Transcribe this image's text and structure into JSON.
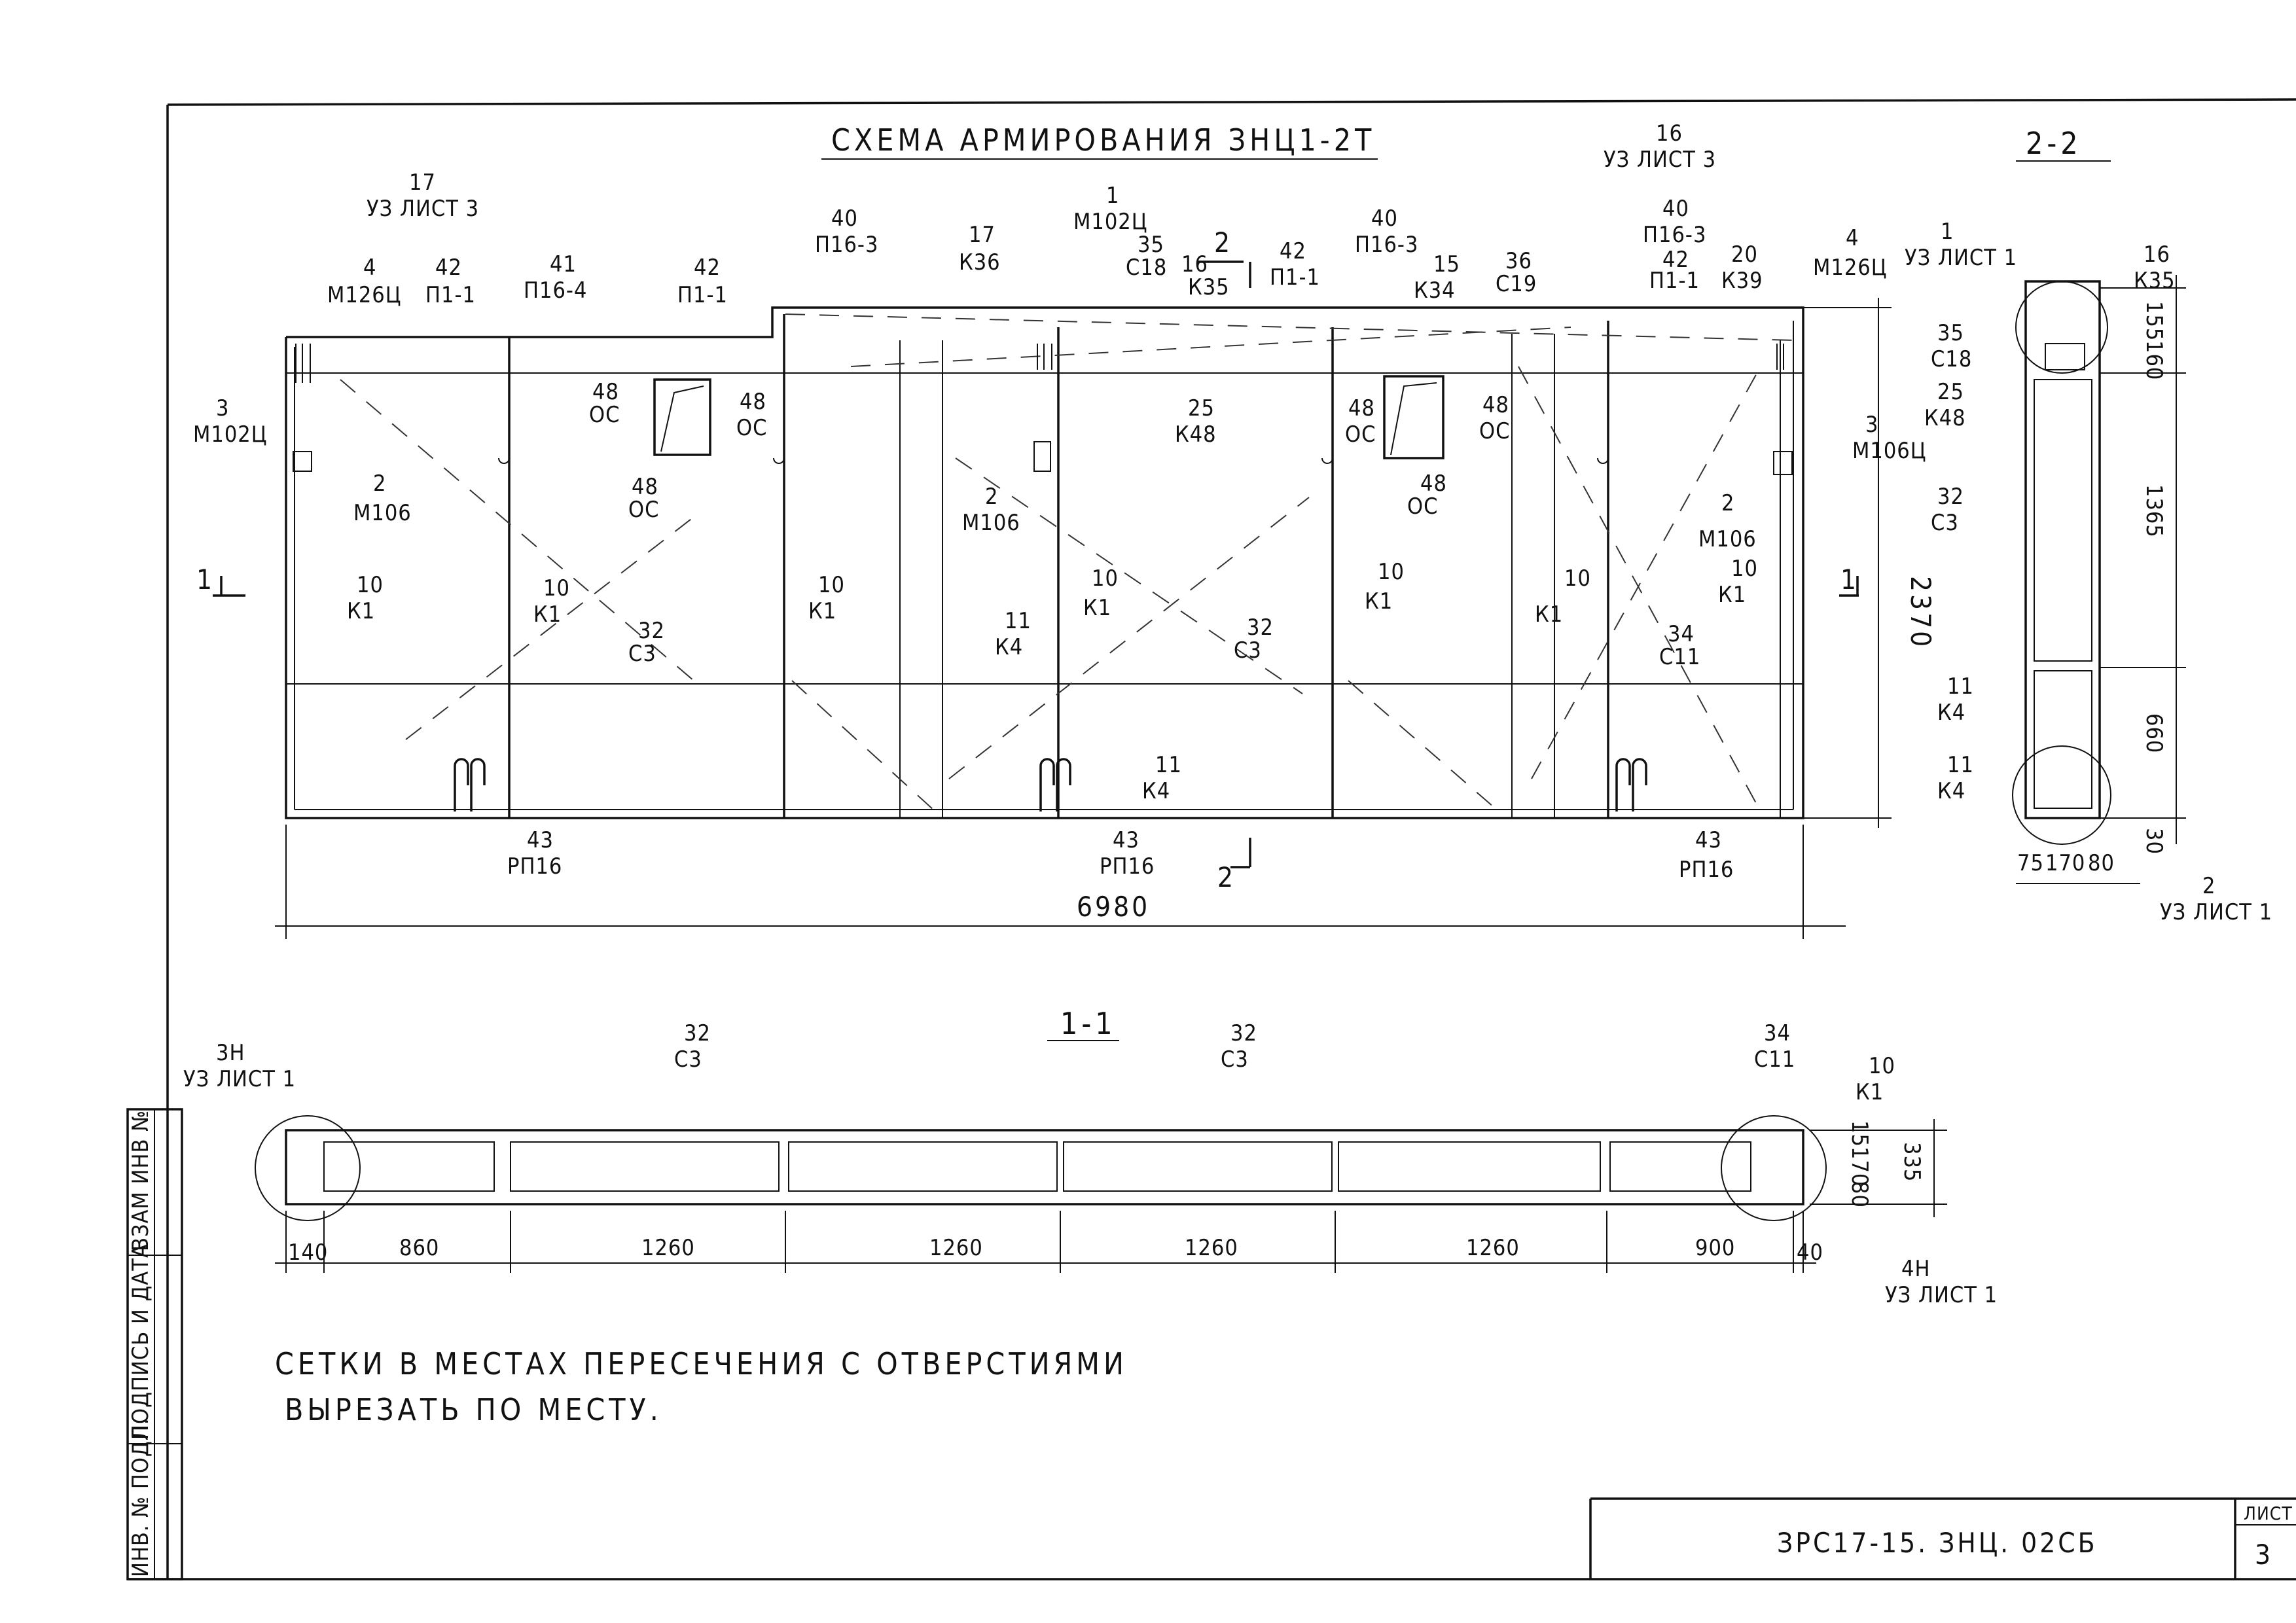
{
  "title": "СХЕМА АРМИРОВАНИЯ ЗНЦ1-2Т",
  "section_2_2": "2-2",
  "section_1_1": "1-1",
  "note_line1": "СЕТКИ В МЕСТАХ ПЕРЕСЕЧЕНИЯ С ОТВЕРСТИЯМИ",
  "note_line2": "ВЫРЕЗАТЬ ПО МЕСТУ.",
  "doc_code": "ЗРС17-15. ЗНЦ. 02СБ",
  "sheet_label": "ЛИСТ",
  "sheet_number": "3",
  "side_stamp": [
    "ИНВ. № ПОДЛ.",
    "ПОДПИСЬ И ДАТА",
    "ВЗАМ ИНВ №"
  ],
  "front_labels": [
    {
      "num": "17",
      "code": "УЗ ЛИСТ 3"
    },
    {
      "num": "4",
      "code": "М126Ц"
    },
    {
      "num": "42",
      "code": "П1-1"
    },
    {
      "num": "41",
      "code": "П16-4"
    },
    {
      "num": "42",
      "code": "П1-1"
    },
    {
      "num": "40",
      "code": "П16-3"
    },
    {
      "num": "17",
      "code": "К36"
    },
    {
      "num": "1",
      "code": "М102Ц"
    },
    {
      "num": "35",
      "code": "С18"
    },
    {
      "num": "16",
      "code": "К35"
    },
    {
      "num": "42",
      "code": "П1-1"
    },
    {
      "num": "40",
      "code": "П16-3"
    },
    {
      "num": "15",
      "code": "К34"
    },
    {
      "num": "36",
      "code": "С19"
    },
    {
      "num": "16",
      "code": "УЗ ЛИСТ 3"
    },
    {
      "num": "40",
      "code": "П16-3"
    },
    {
      "num": "42",
      "code": "П1-1"
    },
    {
      "num": "20",
      "code": "К39"
    },
    {
      "num": "4",
      "code": "М126Ц"
    },
    {
      "num": "3",
      "code": "М102Ц"
    },
    {
      "num": "2",
      "code": "М106"
    },
    {
      "num": "48",
      "code": "ОС"
    },
    {
      "num": "48",
      "code": "ОС"
    },
    {
      "num": "48",
      "code": "ОС"
    },
    {
      "num": "25",
      "code": "К48"
    },
    {
      "num": "2",
      "code": "М106"
    },
    {
      "num": "48",
      "code": "ОС"
    },
    {
      "num": "48",
      "code": "ОС"
    },
    {
      "num": "48",
      "code": "ОС"
    },
    {
      "num": "3",
      "code": "М106Ц"
    },
    {
      "num": "2",
      "code": "М106"
    },
    {
      "num": "10",
      "code": "К1"
    },
    {
      "num": "10",
      "code": "К1"
    },
    {
      "num": "32",
      "code": "С3"
    },
    {
      "num": "10",
      "code": "К1"
    },
    {
      "num": "10",
      "code": "К1"
    },
    {
      "num": "11",
      "code": "К4"
    },
    {
      "num": "32",
      "code": "С3"
    },
    {
      "num": "10",
      "code": "К1"
    },
    {
      "num": "10",
      "code": "К1"
    },
    {
      "num": "34",
      "code": "С11"
    },
    {
      "num": "10",
      "code": "К1"
    },
    {
      "num": "11",
      "code": "К4"
    },
    {
      "num": "43",
      "code": "РП16"
    },
    {
      "num": "43",
      "code": "РП16"
    },
    {
      "num": "43",
      "code": "РП16"
    }
  ],
  "section_2_2_labels": [
    {
      "num": "1",
      "code": "УЗ ЛИСТ 1"
    },
    {
      "num": "16",
      "code": "К35"
    },
    {
      "num": "35",
      "code": "С18"
    },
    {
      "num": "25",
      "code": "К48"
    },
    {
      "num": "32",
      "code": "С3"
    },
    {
      "num": "11",
      "code": "К4"
    },
    {
      "num": "11",
      "code": "К4"
    },
    {
      "num": "2",
      "code": "УЗ ЛИСТ 1"
    }
  ],
  "section_1_1_labels": [
    {
      "num": "3Н",
      "code": "УЗ ЛИСТ 1"
    },
    {
      "num": "32",
      "code": "С3"
    },
    {
      "num": "32",
      "code": "С3"
    },
    {
      "num": "34",
      "code": "С11"
    },
    {
      "num": "10",
      "code": "К1"
    },
    {
      "num": "4Н",
      "code": "УЗ ЛИСТ 1"
    }
  ],
  "cut_markers": {
    "one": "1",
    "two": "2"
  },
  "dimensions": {
    "total_length": "6980",
    "height": "2370",
    "section_2_2_right": [
      "155",
      "160",
      "1365",
      "660",
      "30"
    ],
    "section_2_2_bottom": [
      "75",
      "170",
      "80"
    ],
    "section_1_1_bottom": [
      "140",
      "860",
      "1260",
      "1260",
      "1260",
      "1260",
      "900",
      "40"
    ],
    "section_1_1_right": [
      "15",
      "170",
      "80",
      "335"
    ]
  }
}
